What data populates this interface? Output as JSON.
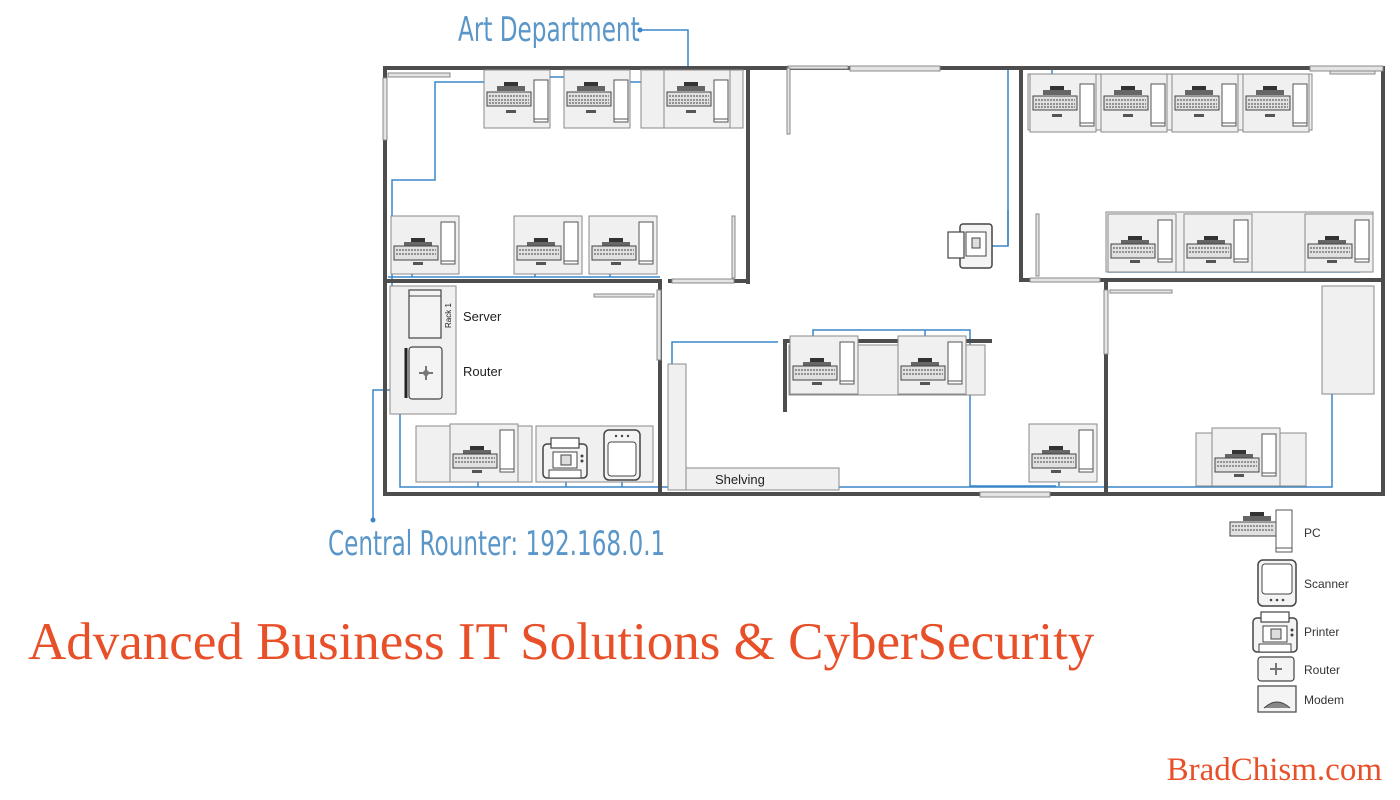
{
  "colors": {
    "wall": "#4d4d4d",
    "network_line": "#3a86c8",
    "callout_text": "#5a96c8",
    "title_text": "#e8502a",
    "furniture_fill": "#f0f0f0",
    "furniture_stroke": "#8a8a8a"
  },
  "callouts": {
    "art_department": "Art Department",
    "central_router": "Central Rounter: 192.168.0.1"
  },
  "room_labels": {
    "server": "Server",
    "router": "Router",
    "rack": "Rack 1",
    "shelving": "Shelving"
  },
  "legend": {
    "items": [
      {
        "icon": "pc-icon",
        "label": "PC"
      },
      {
        "icon": "scanner-icon",
        "label": "Scanner"
      },
      {
        "icon": "printer-icon",
        "label": "Printer"
      },
      {
        "icon": "router-icon",
        "label": "Router"
      },
      {
        "icon": "modem-icon",
        "label": "Modem"
      }
    ]
  },
  "title": "Advanced Business IT Solutions & CyberSecurity",
  "footer": {
    "site": "BradChism.com"
  }
}
